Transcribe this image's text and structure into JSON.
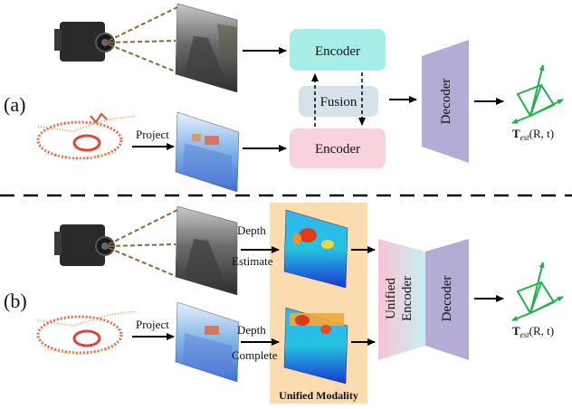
{
  "panel_a": {
    "label": "(a)",
    "project_label": "Project",
    "encoder_top": "Encoder",
    "fusion": "Fusion",
    "encoder_bottom": "Encoder",
    "decoder": "Decoder",
    "output_T": "T",
    "output_sub": "est",
    "output_args": "(R, t)"
  },
  "panel_b": {
    "label": "(b)",
    "project_label": "Project",
    "depth_label_1": "Depth",
    "estimate_label": "Estimate",
    "depth_label_2": "Depth",
    "complete_label": "Complete",
    "unified_modality": "Unified Modality",
    "unified_encoder_line1": "Unified",
    "unified_encoder_line2": "Encoder",
    "decoder": "Decoder",
    "output_T": "T",
    "output_sub": "est",
    "output_args": "(R, t)"
  },
  "colors": {
    "encoder_cyan": "#a9ede9",
    "fusion_gray": "#d5e2ea",
    "encoder_pink": "#f8d3dd",
    "decoder_purple": "#b5acd5",
    "unified_pink": "#f7c6d4",
    "unified_highlight": "#fbdcb0",
    "camera_ray": "#8b6a3a",
    "axes_green": "#22b14c"
  }
}
